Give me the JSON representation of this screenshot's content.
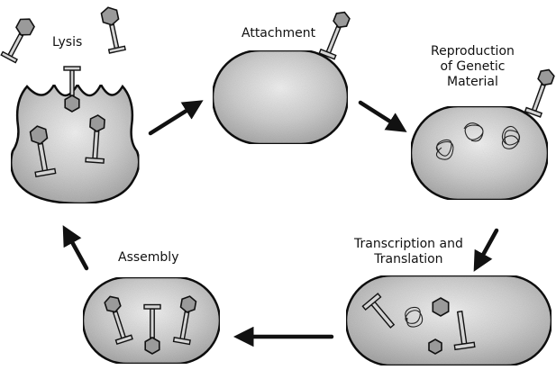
{
  "diagram": {
    "labels": {
      "lysis": "Lysis",
      "attachment": "Attachment",
      "reproduction": [
        "Reproduction",
        "of Genetic",
        "Material"
      ],
      "transcription": [
        "Transcription and",
        "Translation"
      ],
      "assembly": "Assembly"
    },
    "colors": {
      "cell_fill": "#bdbdbd",
      "cell_stroke": "#111111",
      "phage_head": "#9a9a9a",
      "phage_tail": "#d4d4d4",
      "arrow": "#111111",
      "background": "#ffffff"
    }
  }
}
